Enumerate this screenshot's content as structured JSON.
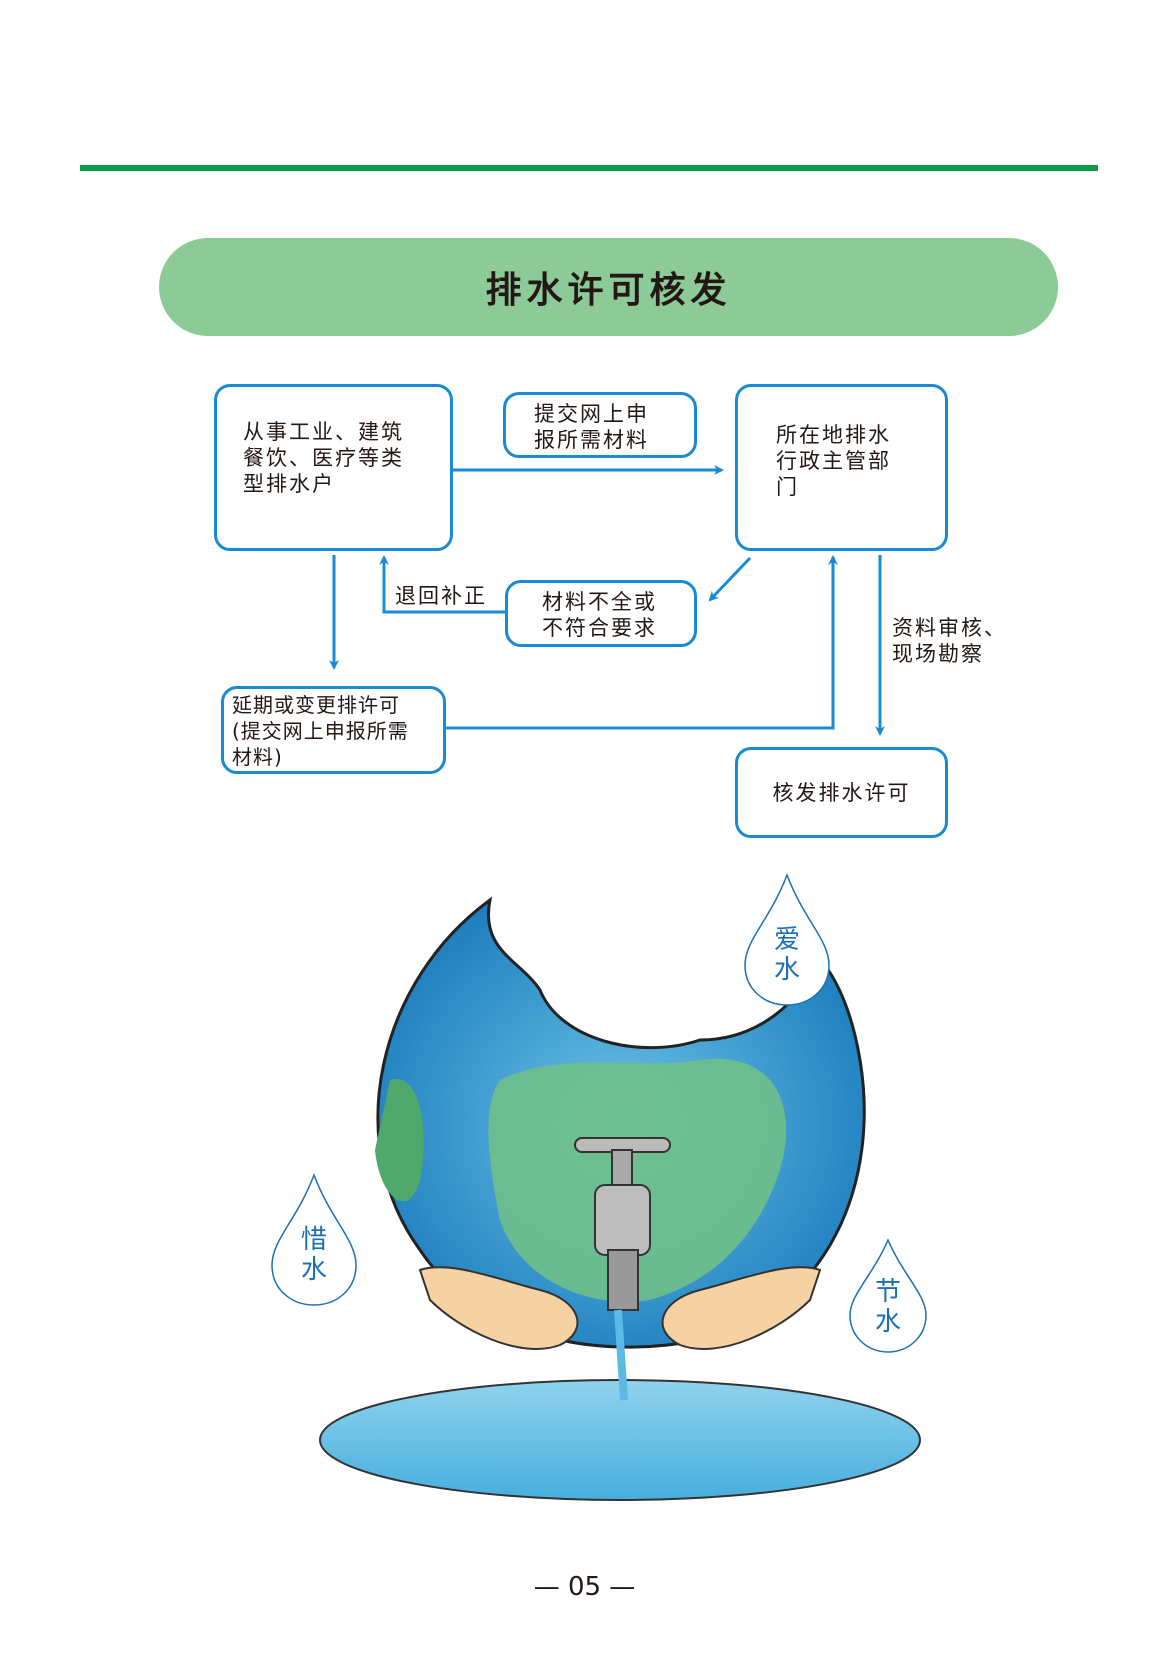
{
  "title": "排水许可核发",
  "flow": {
    "applicant_lines": [
      "从事工业、建筑",
      "餐饮、医疗等类",
      "型排水户"
    ],
    "submit_lines": [
      "提交网上申",
      "报所需材料"
    ],
    "authority_lines": [
      "所在地排水",
      "行政主管部",
      "门"
    ],
    "incomplete_lines": [
      "材料不全或",
      "不符合要求"
    ],
    "return_label": "退回补正",
    "review_lines": [
      "资料审核、",
      "现场勘察"
    ],
    "extend_lines": [
      "延期或变更排许可",
      "(提交网上申报所需",
      "材料)"
    ],
    "issue": "核发排水许可"
  },
  "illustration": {
    "drops": [
      "爱水",
      "惜水",
      "节水"
    ]
  },
  "page_number": "— 05 —",
  "colors": {
    "green_line": "#0f9a48",
    "pill": "#8ccb98",
    "flow_blue": "#1a8ad4"
  }
}
